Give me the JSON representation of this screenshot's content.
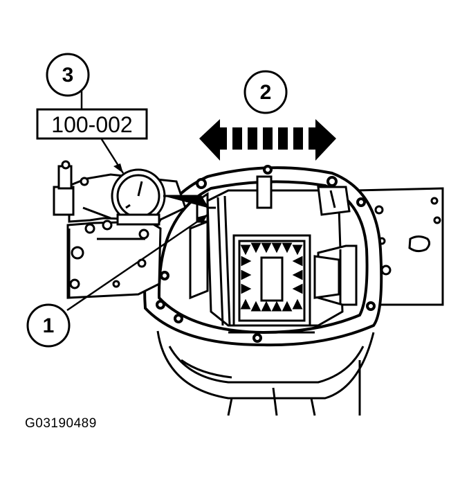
{
  "callouts": [
    {
      "id": "1",
      "label": "1"
    },
    {
      "id": "2",
      "label": "2"
    },
    {
      "id": "3",
      "label": "3"
    }
  ],
  "tool_number": "100-002",
  "figure_id": "G03190489",
  "colors": {
    "ink": "#000000",
    "paper": "#ffffff"
  }
}
